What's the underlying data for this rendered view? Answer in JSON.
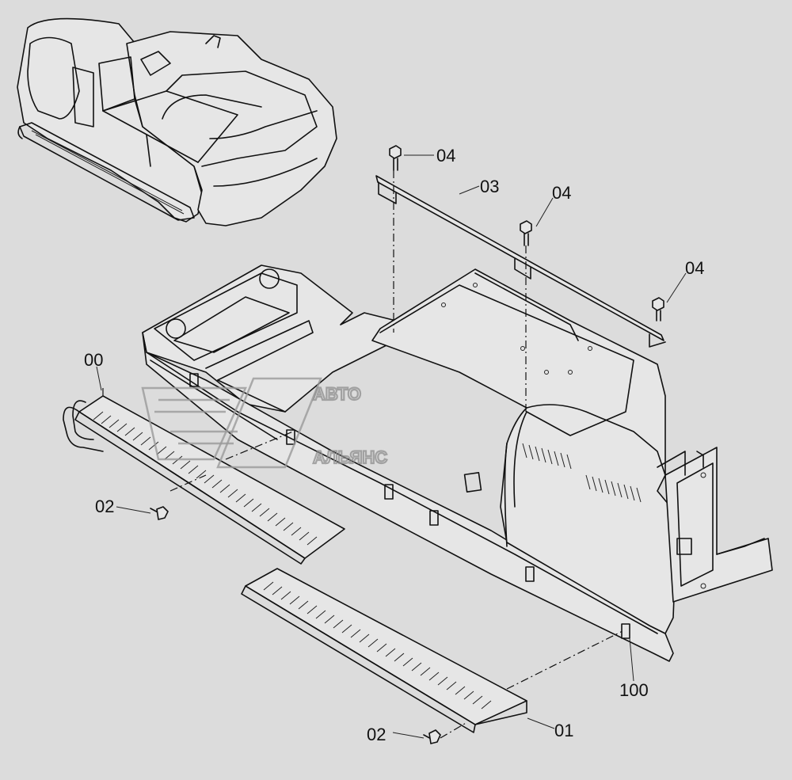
{
  "callouts": {
    "c00": "00",
    "c01": "01",
    "c02a": "02",
    "c02b": "02",
    "c03": "03",
    "c04a": "04",
    "c04b": "04",
    "c04c": "04",
    "c100": "100"
  },
  "watermark": {
    "line1": "АВТО",
    "line2": "АЛЬЯНС"
  }
}
